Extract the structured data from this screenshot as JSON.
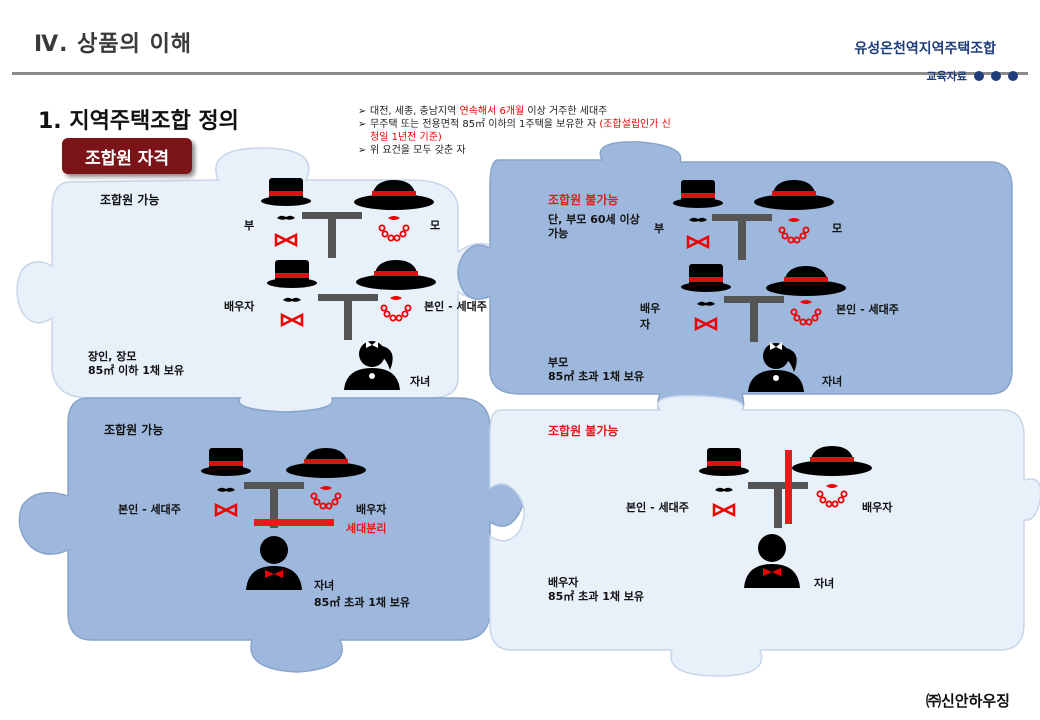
{
  "header": {
    "section_title": "Ⅳ. 상품의 이해",
    "org_name": "유성온천역지역주택조합",
    "edu_label": "교육자료"
  },
  "heading": "1. 지역주택조합 정의",
  "badge": "조합원 자격",
  "requirements": [
    {
      "before": "대전, 세종, 충남지역 ",
      "highlight": "연속해서 6개월",
      "after": " 이상 거주한 세대주"
    },
    {
      "before": "무주택 또는 전용면적 85㎡ 이하의 1주택을 보유한 자 ",
      "highlight": "(조합설립인가 신청일 1년전 기준)",
      "after": ""
    },
    {
      "before": "위 요건을 모두 갖춘 자",
      "highlight": "",
      "after": ""
    }
  ],
  "panels": {
    "tl": {
      "title": "조합원 가능",
      "father": "부",
      "mother": "모",
      "spouse": "배우자",
      "self": "본인 - 세대주",
      "note1": "장인, 장모",
      "note2": "85㎡ 이하 1채 보유",
      "child": "자녀"
    },
    "tr": {
      "title": "조합원 불가능",
      "sub1": "단, 부모 60세 이상",
      "sub2": "가능",
      "father": "부",
      "mother": "모",
      "spouse1": "배우",
      "spouse2": "자",
      "self": "본인 - 세대주",
      "note1": "부모",
      "note2": "85㎡ 초과 1채 보유",
      "child": "자녀"
    },
    "bl": {
      "title": "조합원 가능",
      "self": "본인 - 세대주",
      "spouse": "배우자",
      "separation": "세대분리",
      "child": "자녀",
      "note": "85㎡ 초과 1채 보유"
    },
    "br": {
      "title": "조합원 불가능",
      "self": "본인 - 세대주",
      "spouse": "배우자",
      "note1": "배우자",
      "note2": "85㎡ 초과 1채 보유",
      "child": "자녀"
    }
  },
  "footer": {
    "company": "㈜신안하우징"
  },
  "colors": {
    "light_piece": "#e8f0fa",
    "blue_piece": "#9db8dc",
    "header_blue": "#1f3d7a",
    "badge": "#7b1418",
    "accent_red": "#e31b1b"
  }
}
